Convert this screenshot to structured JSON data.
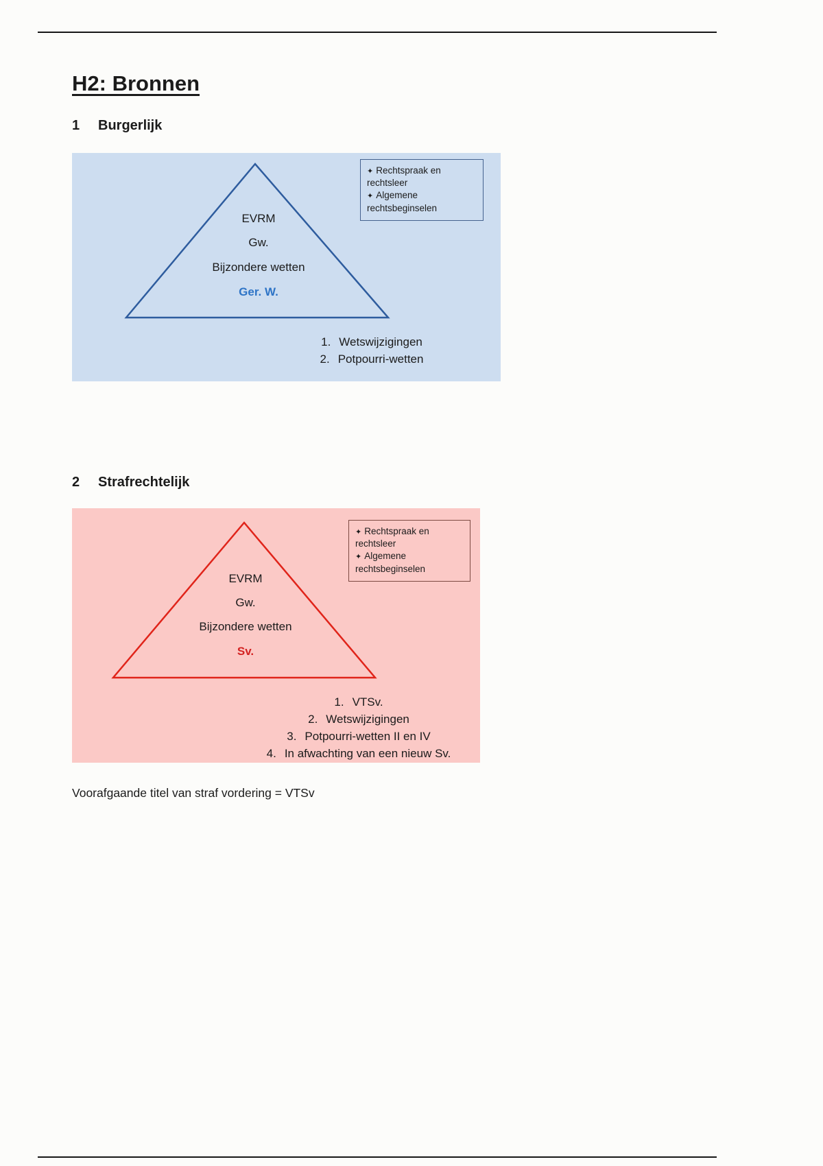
{
  "document": {
    "title": "H2: Bronnen",
    "note": "Voorafgaande titel van straf vordering = VTSv"
  },
  "sections": [
    {
      "number": "1",
      "heading": "Burgerlijk",
      "diagram": {
        "layers": [
          "EVRM",
          "Gw.",
          "Bijzondere wetten"
        ],
        "base_label": "Ger. W.",
        "side_box": {
          "bullet": "✦",
          "items": [
            "Rechtspraak en rechtsleer",
            "Algemene rechtsbeginselen"
          ]
        },
        "list": [
          {
            "num": "1.",
            "text": "Wetswijzigingen"
          },
          {
            "num": "2.",
            "text": "Potpourri-wetten"
          }
        ],
        "colors": {
          "background": "#cdddf0",
          "triangle": "#2e5c9e",
          "base_label": "#2e74c6"
        }
      }
    },
    {
      "number": "2",
      "heading": "Strafrechtelijk",
      "diagram": {
        "layers": [
          "EVRM",
          "Gw.",
          "Bijzondere wetten"
        ],
        "base_label": "Sv.",
        "side_box": {
          "bullet": "✦",
          "items": [
            "Rechtspraak en rechtsleer",
            "Algemene rechtsbeginselen"
          ]
        },
        "list": [
          {
            "num": "1.",
            "text": "VTSv."
          },
          {
            "num": "2.",
            "text": "Wetswijzigingen"
          },
          {
            "num": "3.",
            "text": "Potpourri-wetten II en IV"
          },
          {
            "num": "4.",
            "text": "In afwachting van een nieuw Sv."
          }
        ],
        "colors": {
          "background": "#fbc9c6",
          "triangle": "#e0241a",
          "base_label": "#d32322"
        }
      }
    }
  ]
}
